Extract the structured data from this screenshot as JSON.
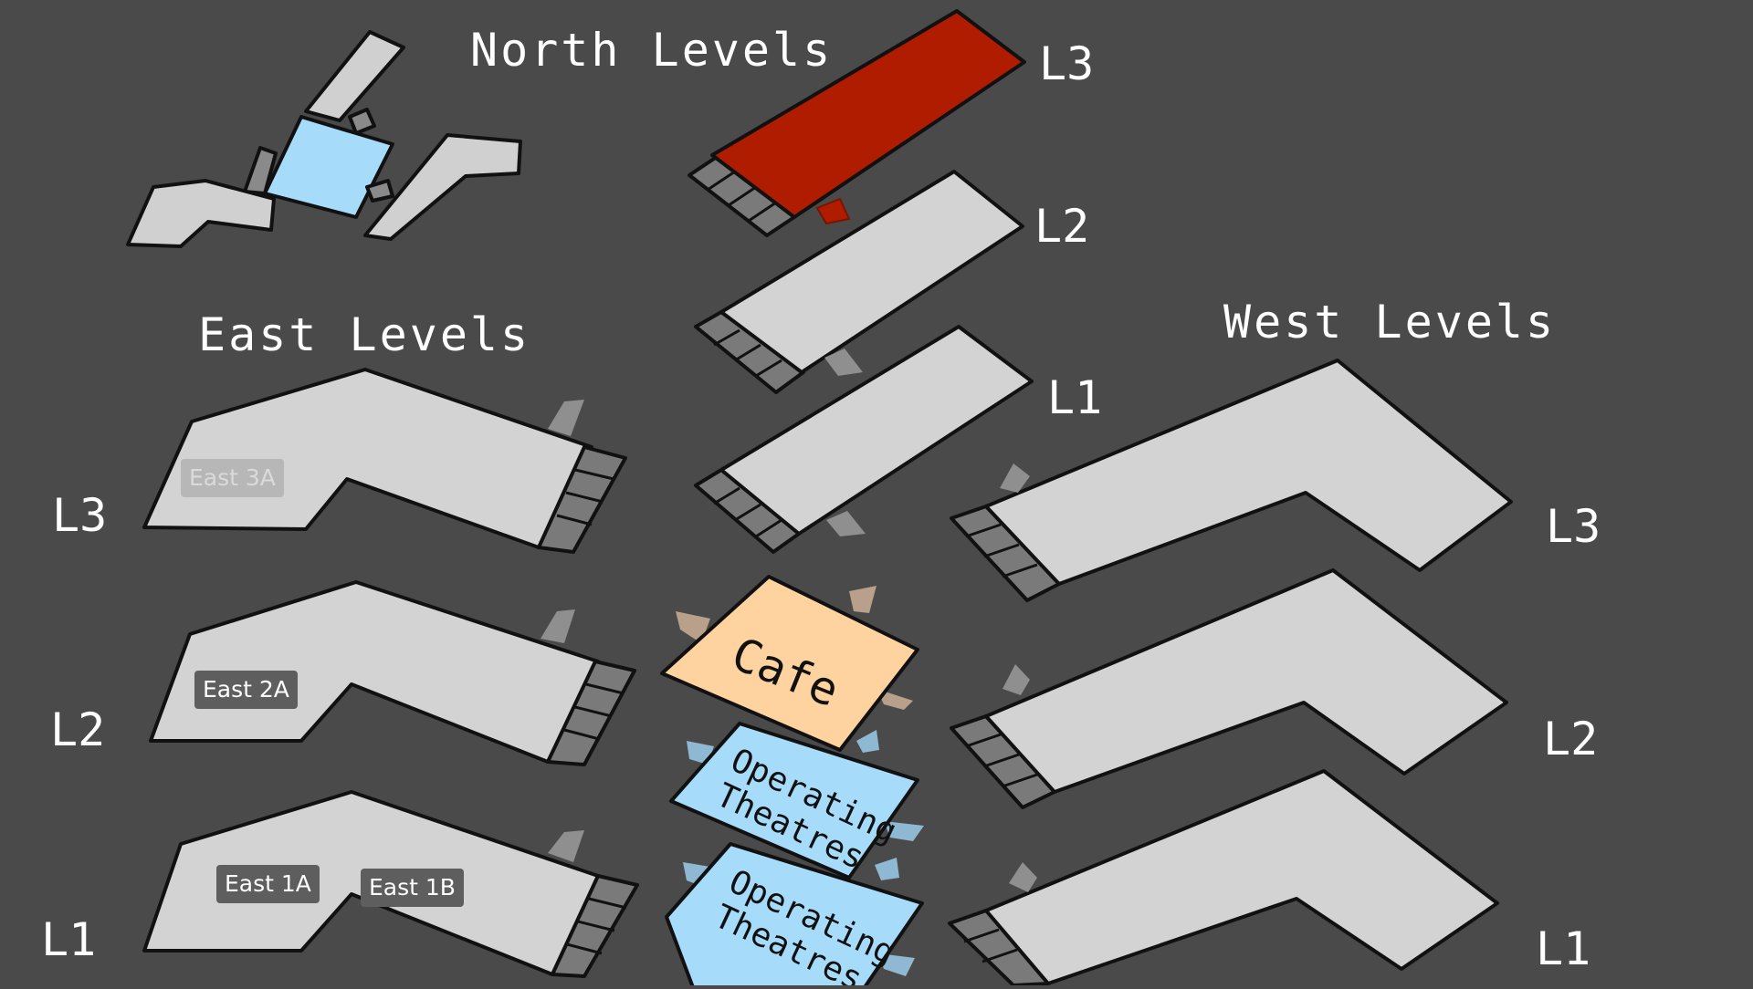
{
  "headings": {
    "north": "North Levels",
    "east": "East Levels",
    "west": "West Levels"
  },
  "north_levels": {
    "l3": "L3",
    "l2": "L2",
    "l1": "L1"
  },
  "east_levels": {
    "l3": "L3",
    "l2": "L2",
    "l1": "L1"
  },
  "west_levels": {
    "l3": "L3",
    "l2": "L2",
    "l1": "L1"
  },
  "areas": {
    "east_3a": "East 3A",
    "east_2a": "East 2A",
    "east_1a": "East 1A",
    "east_1b": "East 1B",
    "cafe": "Cafe",
    "theatres_upper": [
      "Operating",
      "Theatres"
    ],
    "theatres_lower": [
      "Operating",
      "Theatres"
    ]
  },
  "colors": {
    "background": "#4a4a4a",
    "floor": "#d3d3d3",
    "selected_floor": "#b01c00",
    "minimap_highlight": "#a6dcfa",
    "cafe": "#fed3a0",
    "theatres": "#a6dcfa"
  }
}
